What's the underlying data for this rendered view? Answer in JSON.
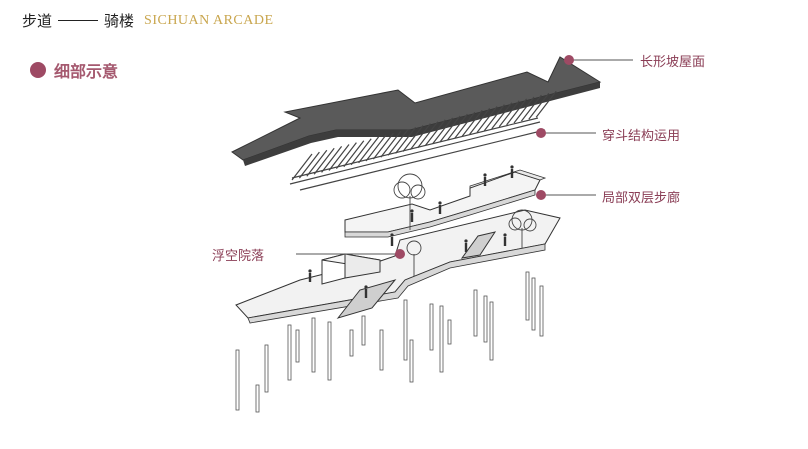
{
  "header": {
    "cn_left": "步道",
    "cn_right": "骑楼",
    "en": "SICHUAN ARCADE"
  },
  "section": {
    "title": "细部示意"
  },
  "callouts": [
    {
      "id": "long-slope-roof",
      "label": "长形坡屋面"
    },
    {
      "id": "chuandou-structure",
      "label": "穿斗结构运用"
    },
    {
      "id": "double-corridor",
      "label": "局部双层步廊"
    },
    {
      "id": "floating-courtyard",
      "label": "浮空院落"
    }
  ],
  "colors": {
    "accent": "#9e4a64",
    "gold": "#c9a64e",
    "roof": "#555555",
    "floor": "#f2f2f2",
    "edge": "#333333"
  }
}
